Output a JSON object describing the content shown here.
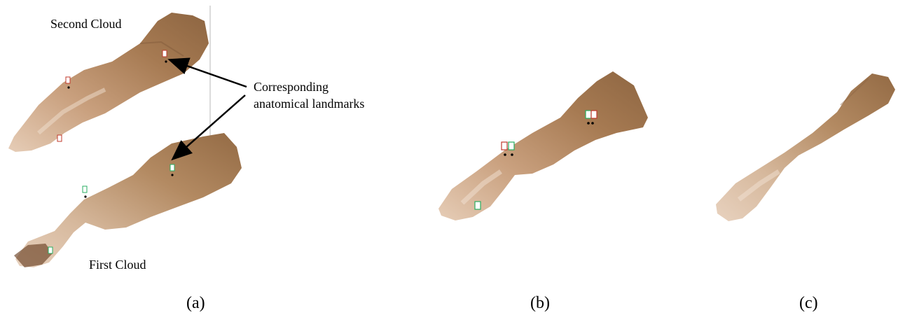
{
  "panel_a": {
    "caption": "(a)",
    "second_cloud_label": "Second Cloud",
    "first_cloud_label": "First Cloud",
    "annotation_line1": "Corresponding",
    "annotation_line2": "anatomical landmarks"
  },
  "panel_b": {
    "caption": "(b)"
  },
  "panel_c": {
    "caption": "(c)"
  },
  "colors": {
    "arm_light": "#e2c6ae",
    "arm_mid": "#b98f6a",
    "arm_dark": "#8b6440",
    "landmark_red": "#c0392b",
    "landmark_green": "#27ae60",
    "divider": "#cfcfcf"
  }
}
